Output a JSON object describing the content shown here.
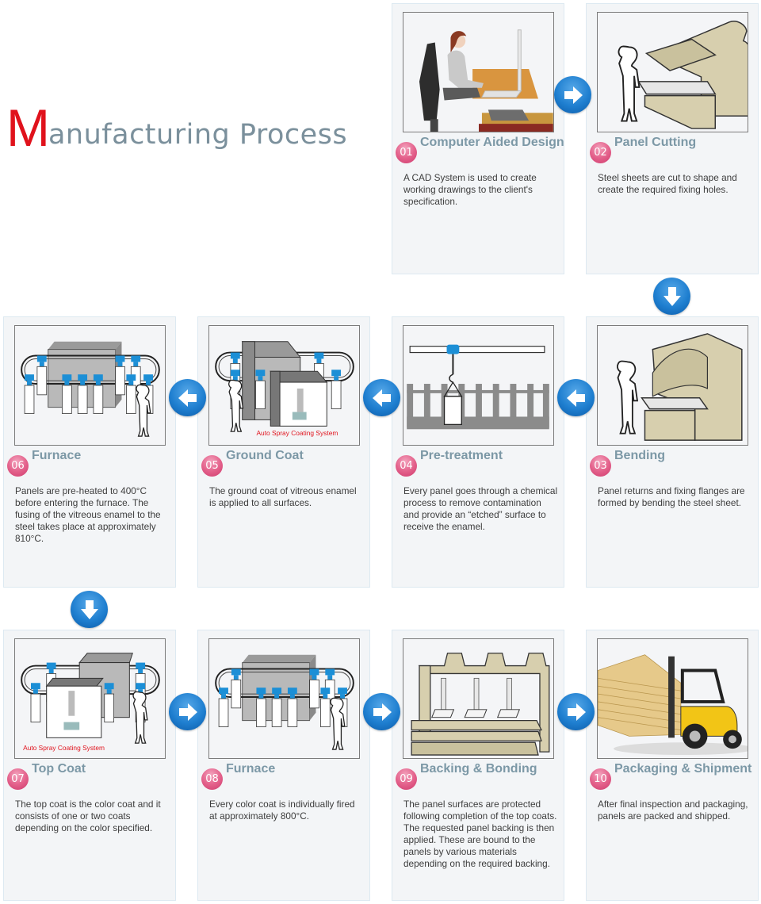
{
  "title": {
    "initial": "M",
    "rest": "anufacturing Process"
  },
  "colors": {
    "title_initial": "#e0121c",
    "title_text": "#7b909c",
    "step_title": "#7c98a6",
    "badge": "#e4628c",
    "arrow": "#1f7fd0",
    "card_bg": "#f3f5f7",
    "caption_red": "#e0121c"
  },
  "steps": [
    {
      "number": "01",
      "title": "Computer Aided Design",
      "description": "A CAD System is used to create working drawings to the client's specification.",
      "illustration": "designer-at-computer-desk"
    },
    {
      "number": "02",
      "title": "Panel Cutting",
      "description": "Steel sheets are cut to shape and create the required fixing holes.",
      "illustration": "worker-at-cutting-machine"
    },
    {
      "number": "03",
      "title": "Bending",
      "description": "Panel returns and fixing flanges are formed by bending the steel sheet.",
      "illustration": "worker-at-bending-press"
    },
    {
      "number": "04",
      "title": "Pre-treatment",
      "description": "Every panel goes through a chemical process to remove contamination and provide an “etched” surface to receive the enamel.",
      "illustration": "overhead-crane-dip-tanks"
    },
    {
      "number": "05",
      "title": "Ground Coat",
      "description": "The ground coat of vitreous enamel is applied to all surfaces.",
      "illustration": "spray-booth-conveyor",
      "caption": "Auto Spray Coating System"
    },
    {
      "number": "06",
      "title": "Furnace",
      "description": "Panels are pre-heated to 400°C before entering the furnace. The fusing of the vitreous enamel to the steel takes place at approximately 810°C.",
      "illustration": "furnace-conveyor"
    },
    {
      "number": "07",
      "title": "Top Coat",
      "description": "The top coat is the color coat and it consists of one or two coats depending on the color specified.",
      "illustration": "spray-booth-conveyor",
      "caption": "Auto Spray Coating System"
    },
    {
      "number": "08",
      "title": "Furnace",
      "description": "Every color coat is individually fired at approximately 800°C.",
      "illustration": "furnace-conveyor"
    },
    {
      "number": "09",
      "title": "Backing & Bonding",
      "description": "The panel surfaces are protected following completion of the top coats. The requested panel backing is then applied. These are bound to the panels by various materials depending on the required backing.",
      "illustration": "hydraulic-bonding-press"
    },
    {
      "number": "10",
      "title": "Packaging & Shipment",
      "description": "After final inspection and packaging, panels are packed and shipped.",
      "illustration": "forklift-with-panels"
    }
  ],
  "arrows": [
    {
      "from": "01",
      "to": "02",
      "direction": "right"
    },
    {
      "from": "02",
      "to": "03",
      "direction": "down"
    },
    {
      "from": "03",
      "to": "04",
      "direction": "left"
    },
    {
      "from": "04",
      "to": "05",
      "direction": "left"
    },
    {
      "from": "05",
      "to": "06",
      "direction": "left"
    },
    {
      "from": "06",
      "to": "07",
      "direction": "down"
    },
    {
      "from": "07",
      "to": "08",
      "direction": "right"
    },
    {
      "from": "08",
      "to": "09",
      "direction": "right"
    },
    {
      "from": "09",
      "to": "10",
      "direction": "right"
    }
  ]
}
